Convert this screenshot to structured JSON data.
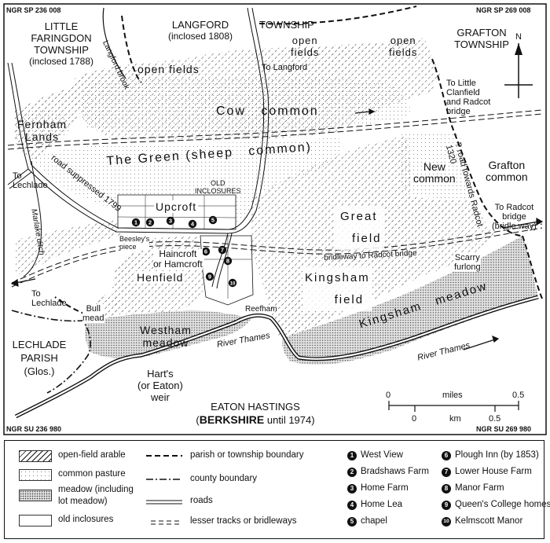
{
  "corners": {
    "nw": "NGR SP 236 008",
    "ne": "NGR SP 269 008",
    "sw": "NGR SU 236 980",
    "se": "NGR SU 269 980"
  },
  "regions": {
    "little_faringdon": [
      "LITTLE",
      "FARINGDON",
      "TOWNSHIP",
      "(inclosed 1788)"
    ],
    "langford": [
      "LANGFORD",
      "(inclosed 1808)"
    ],
    "township": "TOWNSHIP",
    "grafton": [
      "GRAFTON",
      "TOWNSHIP"
    ],
    "lechlade": [
      "LECHLADE",
      "PARISH",
      "(Glos.)"
    ],
    "eaton_hastings": "EATON HASTINGS",
    "berkshire_bold": "BERKSHIRE",
    "berkshire_rest": "until 1974)",
    "berkshire_open": "("
  },
  "labels": {
    "open_fields_1": [
      "open",
      "fields"
    ],
    "open_fields_2": [
      "open",
      "fields"
    ],
    "open_fields_3": "open fields",
    "cow_common": "Cow   common",
    "fernham_lands": [
      "Fernham",
      "Lands"
    ],
    "the_green": "The Green (sheep   common)",
    "new_common": [
      "New",
      "common"
    ],
    "grafton_common": [
      "Grafton",
      "common"
    ],
    "old_inclosures": [
      "OLD",
      "INCLOSURES"
    ],
    "upcroft": "Upcroft",
    "great_field": [
      "Great",
      "field"
    ],
    "beesleys_piece": [
      "Beesley's",
      "piece"
    ],
    "haincroft": [
      "Haincroft",
      "or Hamcroft"
    ],
    "henfield": "Henfield",
    "kingsham_field": [
      "Kingsham",
      "field"
    ],
    "scarry_furlong": [
      "Scarry",
      "furlong"
    ],
    "bull_mead": [
      "Bull",
      "mead"
    ],
    "westham_meadow": [
      "Westham",
      "meadow"
    ],
    "reefham": "Reefham",
    "kingsham_meadow": "Kingsham   meadow",
    "river_thames_1": "River Thames",
    "river_thames_2": "River Thames",
    "harts_weir": [
      "Hart's",
      "(or Eaton)",
      "weir"
    ],
    "langford_brook": "Langford brook",
    "marlake_ditch": "Marlake ditch",
    "road_suppressed": "road suppressed 1799",
    "road_towards_radcot": "? road towards Radcot 1320",
    "bridleway": "bridleway to Radcot bridge",
    "to_langford": "To Langford",
    "to_lechlade_1": [
      "To",
      "Lechlade"
    ],
    "to_lechlade_2": [
      "To",
      "Lechlade"
    ],
    "to_clanfield": [
      "To Little",
      "Clanfield",
      "and Radcot",
      "bridge"
    ],
    "to_radcot": [
      "To Radcot",
      "bridge",
      "(bridle way)"
    ],
    "north": "N"
  },
  "scale": {
    "miles_label": "miles",
    "km_label": "km",
    "miles_zero": "0",
    "miles_half": "0.5",
    "km_zero": "0",
    "km_half": "0.5"
  },
  "markers": [
    "1",
    "2",
    "3",
    "4",
    "5",
    "6",
    "7",
    "8",
    "9",
    "10"
  ],
  "legend": {
    "swatches": [
      {
        "label": "open-field arable"
      },
      {
        "label": "common pasture"
      },
      {
        "label": "meadow (including"
      },
      {
        "label": "lot meadow)"
      },
      {
        "label": "old inclosures"
      }
    ],
    "lines": [
      {
        "label": "parish or township boundary"
      },
      {
        "label": "county boundary"
      },
      {
        "label": "roads"
      },
      {
        "label": "lesser tracks or bridleways"
      }
    ],
    "places": [
      {
        "num": "1",
        "label": "West View"
      },
      {
        "num": "2",
        "label": "Bradshaws Farm"
      },
      {
        "num": "3",
        "label": "Home Farm"
      },
      {
        "num": "4",
        "label": "Home Lea"
      },
      {
        "num": "5",
        "label": "chapel"
      },
      {
        "num": "6",
        "label": "Plough Inn (by 1853)"
      },
      {
        "num": "7",
        "label": "Lower House Farm"
      },
      {
        "num": "8",
        "label": "Manor Farm"
      },
      {
        "num": "9",
        "label": "Queen's College homestead"
      },
      {
        "num": "10",
        "label": "Kelmscott Manor"
      }
    ]
  },
  "colors": {
    "ink": "#111111",
    "meadow_dots": "#555555",
    "pasture_dots": "#888888"
  }
}
